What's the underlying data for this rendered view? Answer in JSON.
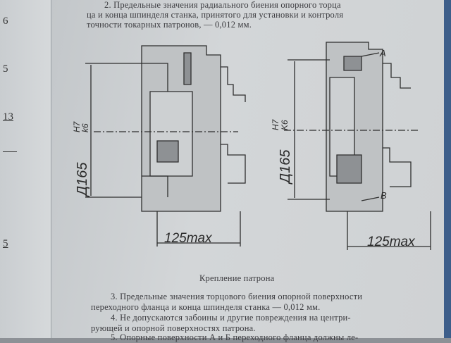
{
  "left_page": {
    "numbers": [
      "6",
      "5",
      "13",
      "",
      "5"
    ]
  },
  "top_text": {
    "line1": "2. Предельные значения радиального биения опорного торца",
    "line2": "ца и конца шпинделя станка,  принятого для установки и контроля",
    "line3": "точности токарных патронов, — 0,012 мм."
  },
  "figure": {
    "left": {
      "diameter_label": "Д165",
      "fit_top": "H7",
      "fit_bottom": "k6",
      "length_label": "125max"
    },
    "right": {
      "diameter_label": "Д165",
      "fit_top": "H7",
      "fit_bottom": "K6",
      "length_label": "125max",
      "marker_a": "A",
      "marker_b": "B"
    },
    "caption": "Крепление патрона"
  },
  "bottom_text": {
    "p3_line1": "3. Предельные значения торцового биения опорной поверхности",
    "p3_line2": "переходного фланца и конца шпинделя станка — 0,012 мм.",
    "p4_line1": "4. Не допускаются забоины и другие  повреждения на центри-",
    "p4_line2": "рующей и опорной поверхностях патрона.",
    "p5_line1": "5. Опорные поверхности А и Б переходного фланца должны ле-"
  },
  "colors": {
    "paper": "#d0d3d5",
    "ink": "#3b3b3f",
    "edge": "#3d5e8a"
  }
}
